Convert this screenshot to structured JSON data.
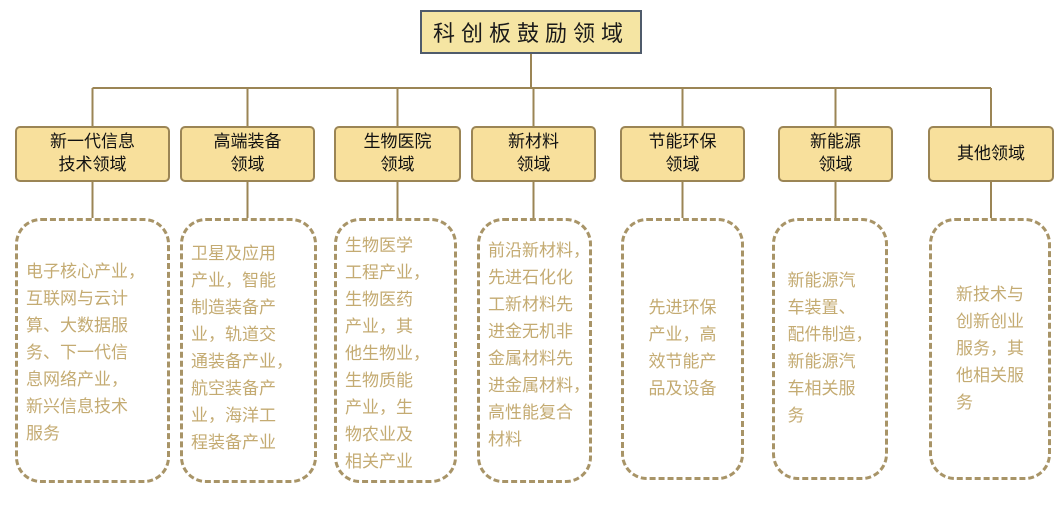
{
  "diagram": {
    "root": {
      "label": "科创板鼓励领域"
    },
    "categories": [
      {
        "lines": [
          "新一代信息",
          "技术领域"
        ],
        "details": [
          "电子核心产业，",
          "互联网与云计",
          "算、大数据服",
          "务、下一代信",
          "息网络产业，",
          "新兴信息技术",
          "服务"
        ]
      },
      {
        "lines": [
          "高端装备",
          "领域"
        ],
        "details": [
          "卫星及应用",
          "产业，智能",
          "制造装备产",
          "业，轨道交",
          "通装备产业，",
          "航空装备产",
          "业，海洋工",
          "程装备产业"
        ]
      },
      {
        "lines": [
          "生物医院",
          "领域"
        ],
        "details": [
          "生物医学",
          "工程产业，",
          "生物医药",
          "产业，其",
          "他生物业，",
          "生物质能",
          "产业，生",
          "物农业及",
          "相关产业"
        ]
      },
      {
        "lines": [
          "新材料",
          "领域"
        ],
        "details": [
          "前沿新材料，",
          "先进石化化",
          "工新材料先",
          "进金无机非",
          "金属材料先",
          "进金属材料，",
          "高性能复合",
          "材料"
        ]
      },
      {
        "lines": [
          "节能环保",
          "领域"
        ],
        "details": [
          "先进环保",
          "产业，高",
          "效节能产",
          "品及设备"
        ]
      },
      {
        "lines": [
          "新能源",
          "领域"
        ],
        "details": [
          "新能源汽",
          "车装置、",
          "配件制造，",
          "新能源汽",
          "车相关服",
          "务"
        ]
      },
      {
        "lines": [
          "其他领域"
        ],
        "details": [
          "新技术与",
          "创新创业",
          "服务，其",
          "他相关服",
          "务"
        ]
      }
    ]
  },
  "colors": {
    "root_fill": "#f5e5a3",
    "root_border": "#4f5b6b",
    "category_fill": "#f8e09c",
    "category_border": "#9b8555",
    "connector": "#9b8555",
    "detail_border": "#a89467",
    "detail_text": "#c4ab72"
  }
}
